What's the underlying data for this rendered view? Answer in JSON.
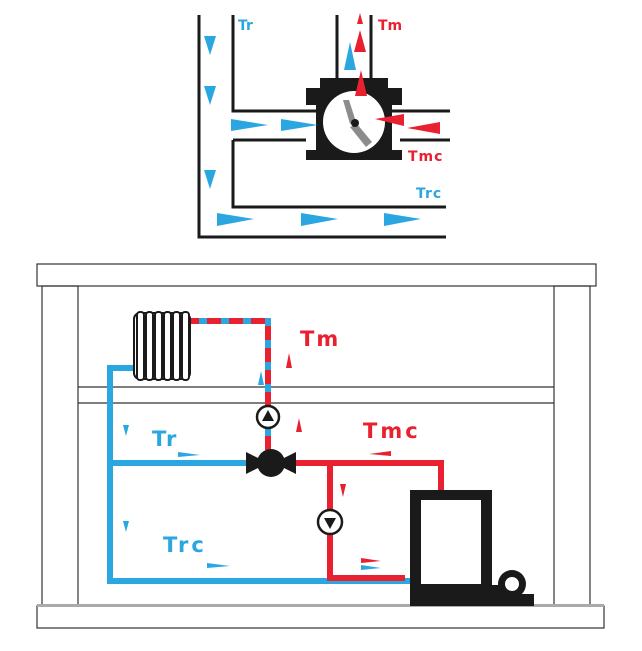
{
  "colors": {
    "cold": "#2aa7e1",
    "hot": "#e8202f",
    "outline": "#1a1a1a",
    "valve_disc": "#8c8c8c",
    "building_line": "#333333"
  },
  "detail": {
    "labels": {
      "return": "Tr",
      "mixed": "Tm",
      "mixed_cold": "Tmc",
      "return_cold": "Trc"
    }
  },
  "system": {
    "labels": {
      "mixed": "Tm",
      "return": "Tr",
      "mixed_cold": "Tmc",
      "return_cold": "Trc"
    }
  },
  "icons": [
    "radiator-icon",
    "pump-icon",
    "three-way-valve-icon",
    "boiler-icon",
    "flow-arrow-icon"
  ]
}
